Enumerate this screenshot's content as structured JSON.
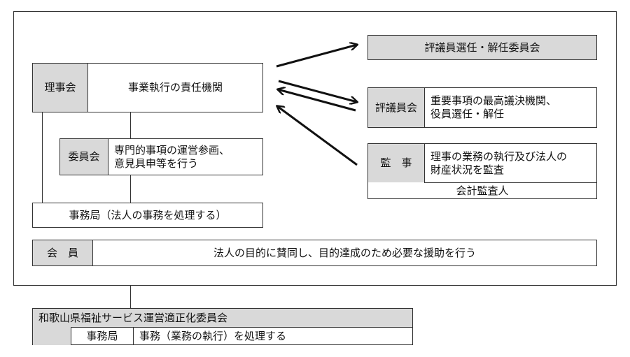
{
  "board": {
    "label": "理事会",
    "text": "事業執行の責任機関"
  },
  "committee": {
    "label": "委員会",
    "text_line1": "専門的事項の運営参画、",
    "text_line2": "意見具申等を行う"
  },
  "secretariat": {
    "text": "事務局（法人の事務を処理する）"
  },
  "members": {
    "label": "会　員",
    "text": "法人の目的に賛同し、目的達成のため必要な援助を行う"
  },
  "selection_committee": {
    "text": "評議員選任・解任委員会"
  },
  "councilors": {
    "label": "評議員会",
    "text_line1": "重要事項の最高議決機関、",
    "text_line2": "役員選任・解任"
  },
  "auditor": {
    "label": "監　事",
    "text_line1": "理事の業務の執行及び法人の",
    "text_line2": "財産状況を監査"
  },
  "accounting_auditor": {
    "text": "会計監査人"
  },
  "prefecture_committee": {
    "title": "和歌山県福祉サービス運営適正化委員会",
    "secretariat_label": "事務局",
    "secretariat_text": "事務（業務の執行）を処理する"
  }
}
